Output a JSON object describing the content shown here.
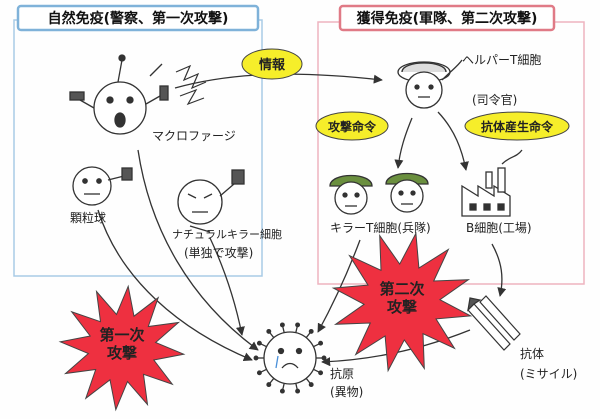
{
  "headers": {
    "innate": "自然免疫(警察、第一次攻撃)",
    "acquired": "獲得免疫(軍隊、第二次攻撃)"
  },
  "bubbles": {
    "info": "情報",
    "attack_order": "攻撃命令",
    "antibody_order": "抗体産生命令"
  },
  "cells": {
    "macrophage": "マクロファージ",
    "granulocyte": "顆粒球",
    "nk_cell": "ナチュラルキラー細胞",
    "nk_note": "(単独で攻撃)",
    "helper_t": "ヘルパーT細胞",
    "helper_role": "(司令官)",
    "killer_t": "キラーT細胞(兵隊)",
    "b_cell": "B細胞(工場)",
    "antibody": "抗体",
    "antibody_note": "(ミサイル)",
    "antigen": "抗原",
    "antigen_note": "(異物)"
  },
  "bursts": {
    "first": [
      "第一次",
      "攻撃"
    ],
    "second": [
      "第二次",
      "攻撃"
    ]
  },
  "colors": {
    "innate_box": "#7fb2d9",
    "acquired_box": "#e07a86",
    "bubble_fill": "#f6ee2a",
    "burst_fill": "#ee3040",
    "arrow": "#333333"
  }
}
